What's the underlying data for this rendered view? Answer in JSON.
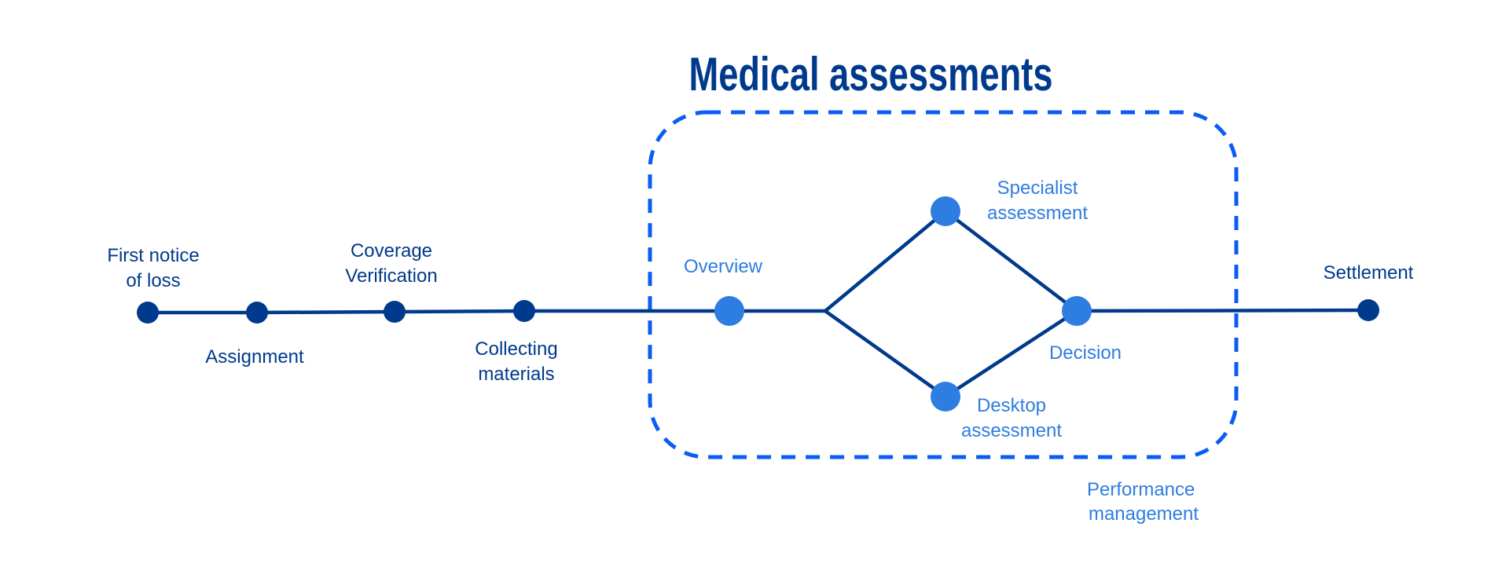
{
  "colors": {
    "navy": "#003a8c",
    "accent": "#2e7de0",
    "dashed_box": "#0a5cf5",
    "background": "#ffffff"
  },
  "group": {
    "title": "Medical assessments",
    "footer_lines": [
      "Performance",
      "management"
    ]
  },
  "main_steps": [
    {
      "id": "fnol",
      "lines": [
        "First notice",
        "of loss"
      ],
      "label_side": "above"
    },
    {
      "id": "assignment",
      "lines": [
        "Assignment"
      ],
      "label_side": "below"
    },
    {
      "id": "coverage",
      "lines": [
        "Coverage",
        "Verification"
      ],
      "label_side": "above"
    },
    {
      "id": "collecting",
      "lines": [
        "Collecting",
        "materials"
      ],
      "label_side": "below"
    },
    {
      "id": "settlement",
      "lines": [
        "Settlement"
      ],
      "label_side": "above"
    }
  ],
  "medical_steps": [
    {
      "id": "overview",
      "lines": [
        "Overview"
      ],
      "label_side": "above"
    },
    {
      "id": "specialist",
      "lines": [
        "Specialist",
        "assessment"
      ],
      "label_side": "right"
    },
    {
      "id": "desktop",
      "lines": [
        "Desktop",
        "assessment"
      ],
      "label_side": "right"
    },
    {
      "id": "decision",
      "lines": [
        "Decision"
      ],
      "label_side": "below"
    }
  ],
  "flow": [
    [
      "fnol",
      "assignment"
    ],
    [
      "assignment",
      "coverage"
    ],
    [
      "coverage",
      "collecting"
    ],
    [
      "collecting",
      "overview"
    ],
    [
      "overview",
      "branch"
    ],
    [
      "branch",
      "specialist"
    ],
    [
      "branch",
      "desktop"
    ],
    [
      "specialist",
      "decision"
    ],
    [
      "desktop",
      "decision"
    ],
    [
      "decision",
      "settlement"
    ]
  ]
}
